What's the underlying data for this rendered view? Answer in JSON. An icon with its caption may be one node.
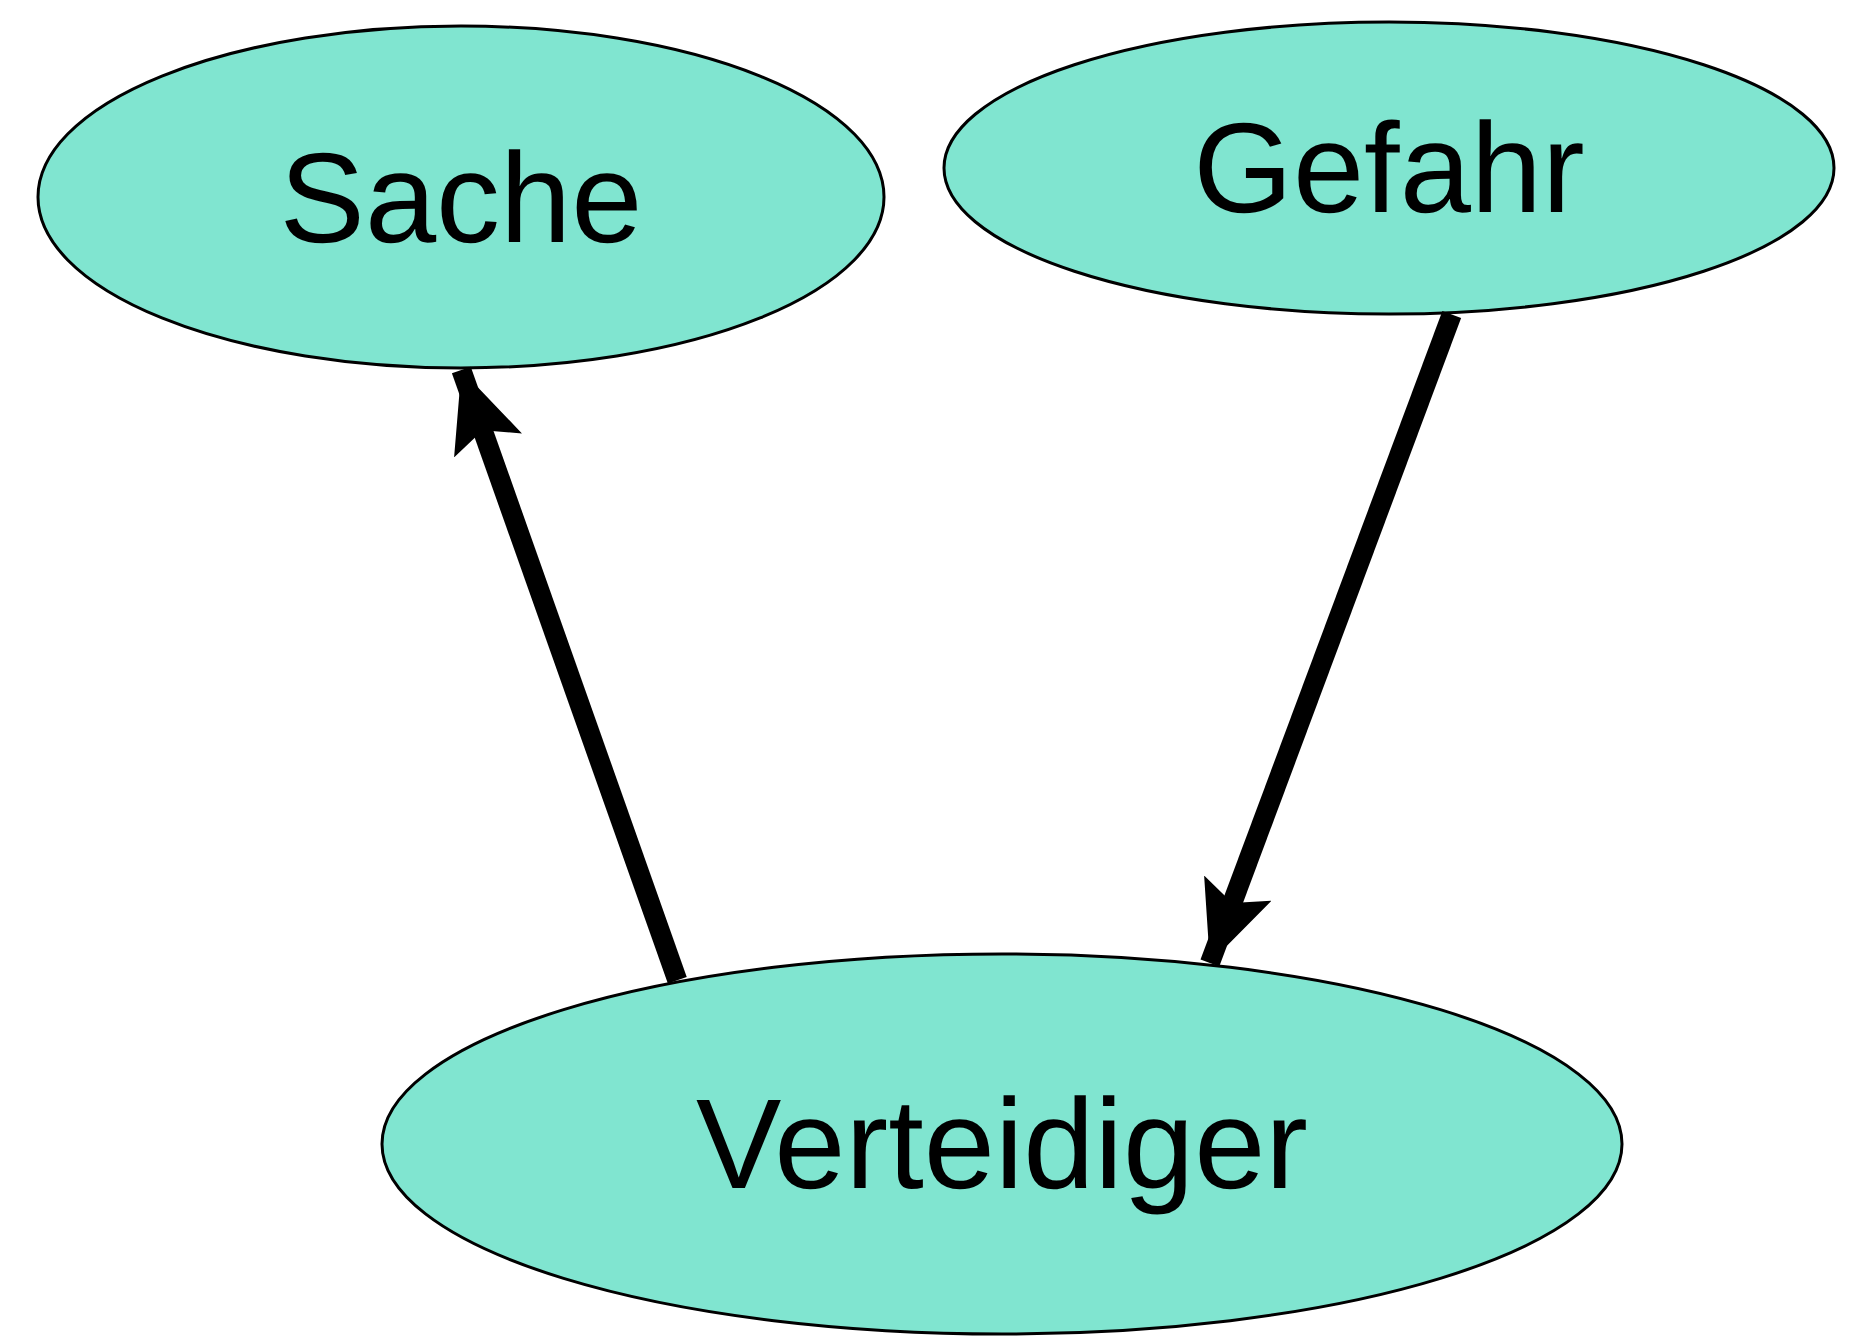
{
  "diagram": {
    "nodes": [
      {
        "text": [
          "Sache"
        ]
      },
      {
        "text": [
          "Gefahr"
        ]
      },
      {
        "text": [
          "Verteidiger"
        ]
      }
    ],
    "edges": [
      {
        "from": 2,
        "to": 0,
        "arrow": "to"
      },
      {
        "from": 1,
        "to": 2,
        "arrow": "to"
      }
    ]
  }
}
